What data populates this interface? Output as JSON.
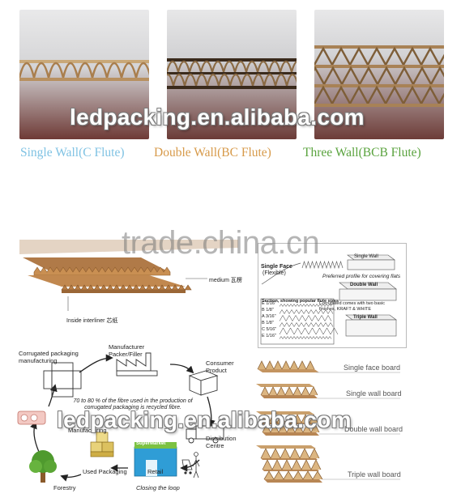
{
  "captions": {
    "single": "Single Wall(C Flute)",
    "double": "Double Wall(BC Flute)",
    "triple": "Three Wall(BCB Flute)"
  },
  "caption_colors": {
    "single": "#7fc2e3",
    "double": "#d79a4a",
    "triple": "#5aa33e"
  },
  "watermark_top": "ledpacking.en.alibaba.com",
  "watermark_bottom": "ledpacking.en.alibaba.com",
  "watermark_middle": "trade.china.cn",
  "layer_diagram": {
    "medium_label": "medium 瓦楞",
    "liner_label": "Inside interliner 芯纸"
  },
  "flute_diagram": {
    "single_face": "Single Face",
    "single_face_sub": "(Flexible)",
    "single_wall": "Single Wall",
    "preferred": "Preferred profile for covering flats",
    "double_wall": "Double Wall",
    "corrugated_note": "Corrugated comes with two basic finishes, KRAFT & WHITE",
    "section": "Section, showing popular flute sizes",
    "triple_wall": "Triple Wall",
    "sizes": [
      {
        "letter": "E",
        "size": "1/16\""
      },
      {
        "letter": "B",
        "size": "1/8\""
      },
      {
        "letter": "A",
        "size": "3/16\""
      },
      {
        "letter": "B",
        "size": "1/8\""
      },
      {
        "letter": "C",
        "size": "5/16\""
      },
      {
        "letter": "E",
        "size": "1/16\""
      }
    ]
  },
  "cycle": {
    "manufacturing": "Corrugated packaging manufacturing",
    "packer": "Manufacturer Packer/Filler",
    "consumer": "Consumer Product",
    "note": "70 to 80 % of the fibre used in the production of corrugated packaging is recycled fibre.",
    "manufacturing2": "Manufacturing",
    "distribution": "Distribution Centre",
    "retail": "Retail",
    "store": "SuperMarket",
    "used": "Used Packaging",
    "forestry": "Forestry",
    "closing": "Closing the loop"
  },
  "boards": {
    "single_face": "Single face board",
    "single_wall": "Single wall board",
    "double_wall": "Double wall board",
    "triple_wall": "Triple wall board"
  }
}
